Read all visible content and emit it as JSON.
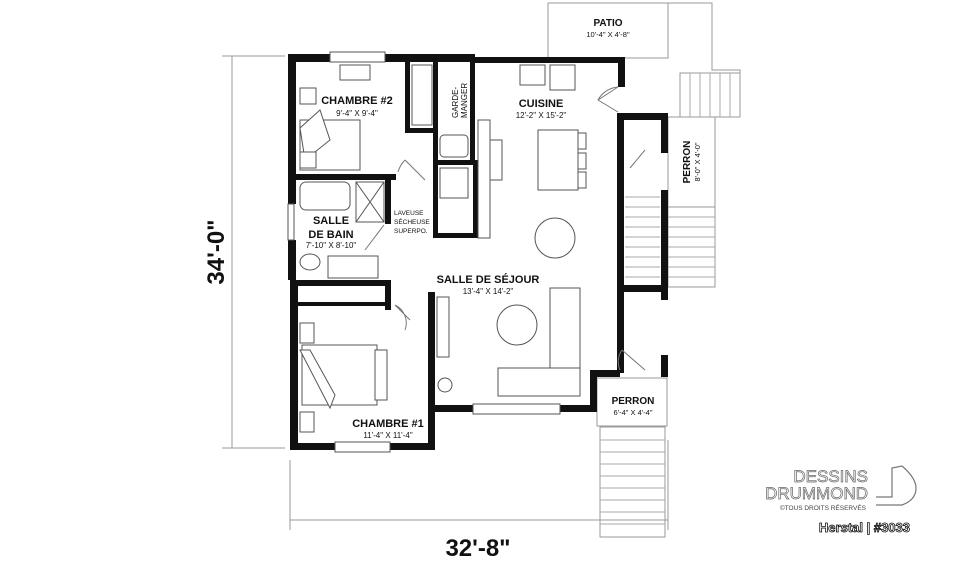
{
  "plan": {
    "total_height": "34'-0\"",
    "total_width": "32'-8\"",
    "rooms": {
      "chambre2": {
        "name": "CHAMBRE #2",
        "size": "9'-4\" X 9'-4\""
      },
      "cuisine": {
        "name": "CUISINE",
        "size": "12'-2\" X 15'-2\""
      },
      "garde_manger_1": "GARDE-",
      "garde_manger_2": "MANGER",
      "salle_bain_1": "SALLE",
      "salle_bain_2": "DE BAIN",
      "salle_bain_size": "7'-10\" X 8'-10\"",
      "laveuse_1": "LAVEUSE",
      "laveuse_2": "SÉCHEUSE",
      "laveuse_3": "SUPERPO.",
      "sejour": {
        "name": "SALLE DE SÉJOUR",
        "size": "13'-4\" X 14'-2\""
      },
      "chambre1": {
        "name": "CHAMBRE #1",
        "size": "11'-4\" X 11'-4\""
      },
      "patio": {
        "name": "PATIO",
        "size": "10'-4\" X 4'-8\""
      },
      "perron_side": {
        "name": "PERRON",
        "size": "8'-0\" X 4'-0\""
      },
      "perron_front": {
        "name": "PERRON",
        "size": "6'-4\" X 4'-4\""
      }
    }
  },
  "branding": {
    "logo_line1": "DESSINS",
    "logo_line2": "DRUMMOND",
    "copyright": "©TOUS DROITS RÉSERVÉS",
    "model": "Herstal | #3033"
  }
}
